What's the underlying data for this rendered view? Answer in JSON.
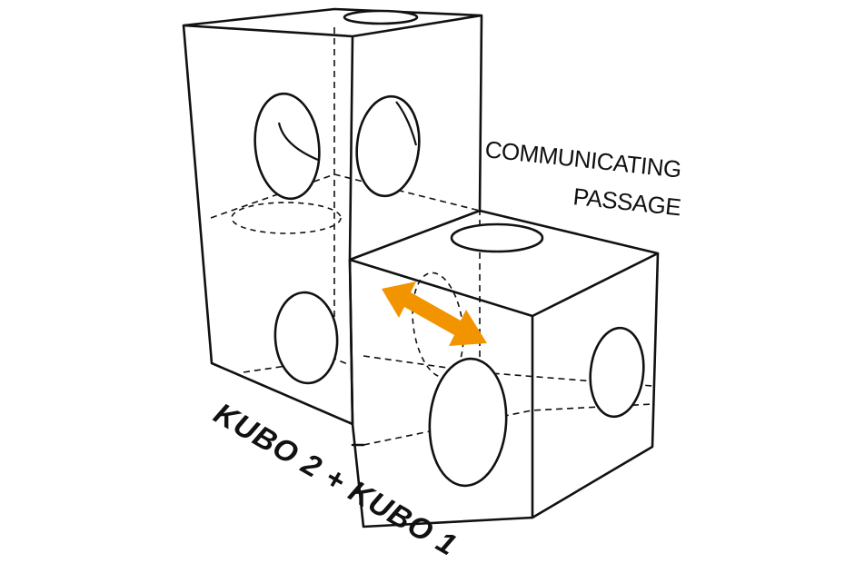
{
  "label": {
    "line1": "COMMUNICATING",
    "line2": "PASSAGE"
  },
  "caption": "KUBO 2 + KUBO 1",
  "colors": {
    "line": "#111111",
    "arrow": "#f29400",
    "background": "#ffffff"
  },
  "icons": {
    "passage_arrow": "double-headed-arrow"
  }
}
